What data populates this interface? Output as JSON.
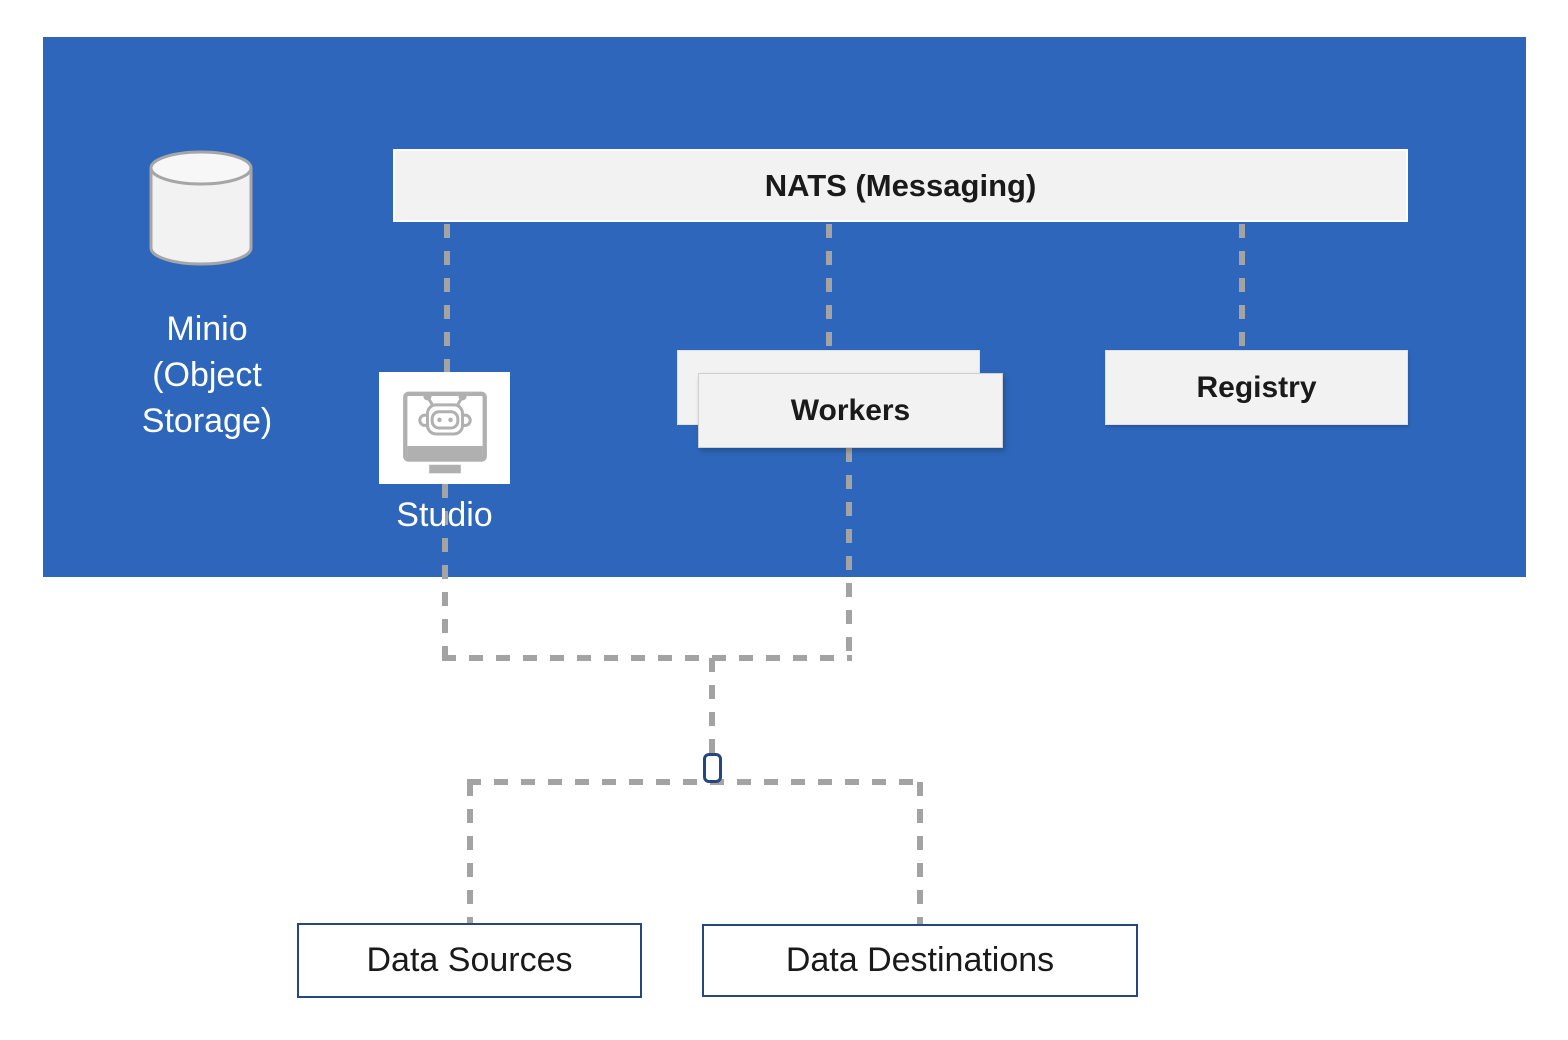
{
  "diagram": {
    "platform": {
      "minio": {
        "label_lines": [
          "Minio",
          "(Object",
          "Storage)"
        ],
        "icon": "database-cylinder-icon"
      },
      "nats": {
        "label": "NATS (Messaging)"
      },
      "studio": {
        "label": "Studio",
        "icon": "robot-monitor-icon"
      },
      "workers": {
        "label": "Workers"
      },
      "registry": {
        "label": "Registry"
      }
    },
    "junction": {
      "icon": "junction-node-icon"
    },
    "external": {
      "data_sources": {
        "label": "Data Sources"
      },
      "data_destinations": {
        "label": "Data Destinations"
      }
    },
    "colors": {
      "panel_blue": "#2d66ba",
      "box_gray": "#f2f2f2",
      "connector_gray": "#a3a3a3",
      "navy_border": "#24477e",
      "icon_gray": "#b0b0b0",
      "text_dark": "#1a1a1a",
      "text_white": "#ffffff"
    }
  }
}
